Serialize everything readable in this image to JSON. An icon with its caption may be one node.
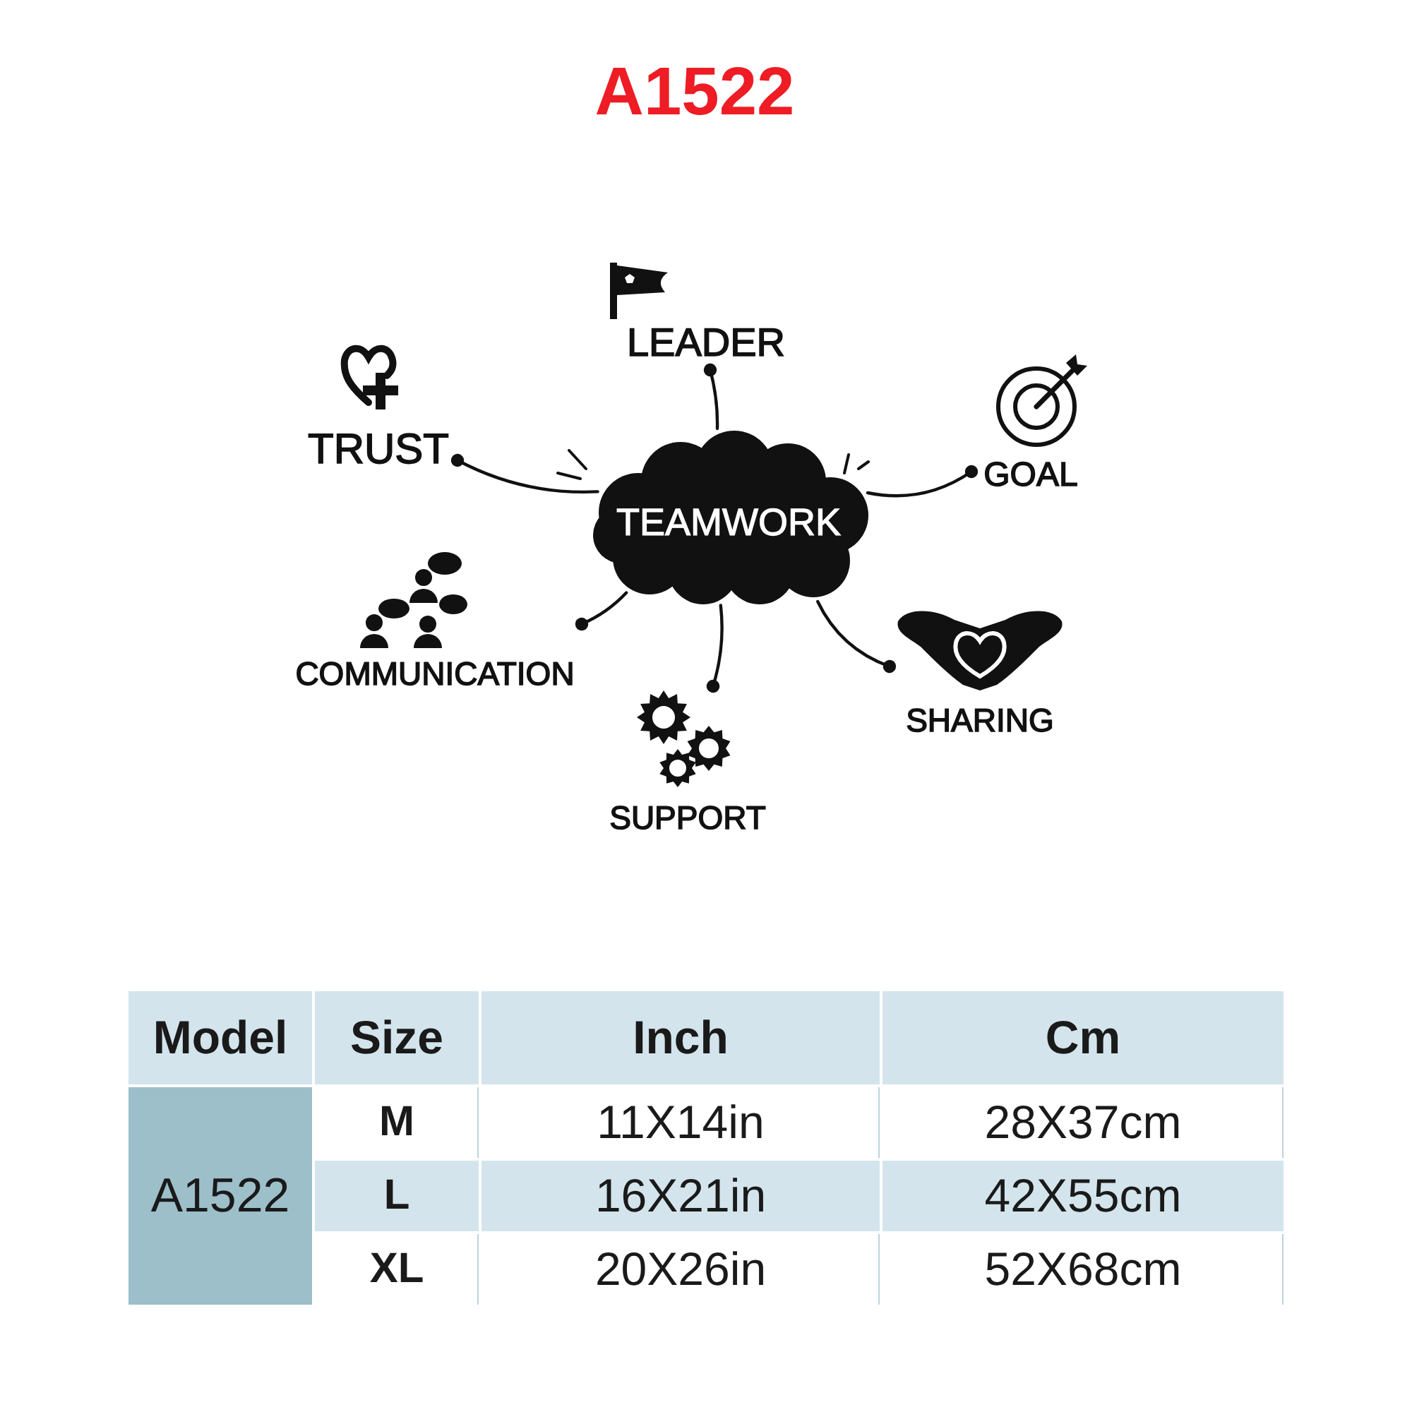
{
  "diagram": {
    "title": "A1522",
    "nodes": [
      {
        "text": [
          "TEAMWORK"
        ]
      },
      {
        "text": [
          "LEADER"
        ]
      },
      {
        "text": [
          "TRUST"
        ]
      },
      {
        "text": [
          "GOAL"
        ]
      },
      {
        "text": [
          "COMMUNICATION"
        ]
      },
      {
        "text": [
          "SHARING"
        ]
      },
      {
        "text": [
          "SUPPORT"
        ]
      }
    ],
    "edges": [
      {
        "from": 0,
        "to": 1,
        "arrow": "other"
      },
      {
        "from": 0,
        "to": 2,
        "arrow": "other"
      },
      {
        "from": 0,
        "to": 3,
        "arrow": "other"
      },
      {
        "from": 0,
        "to": 4,
        "arrow": "other"
      },
      {
        "from": 0,
        "to": 5,
        "arrow": "other"
      },
      {
        "from": 0,
        "to": 6,
        "arrow": "other"
      }
    ],
    "labels": [
      "Model",
      "Size",
      "Inch",
      "Cm",
      "A1522",
      "M",
      "11X14in",
      "28X37cm",
      "L",
      "16X21in",
      "42X55cm",
      "XL",
      "20X26in",
      "52X68cm"
    ]
  }
}
